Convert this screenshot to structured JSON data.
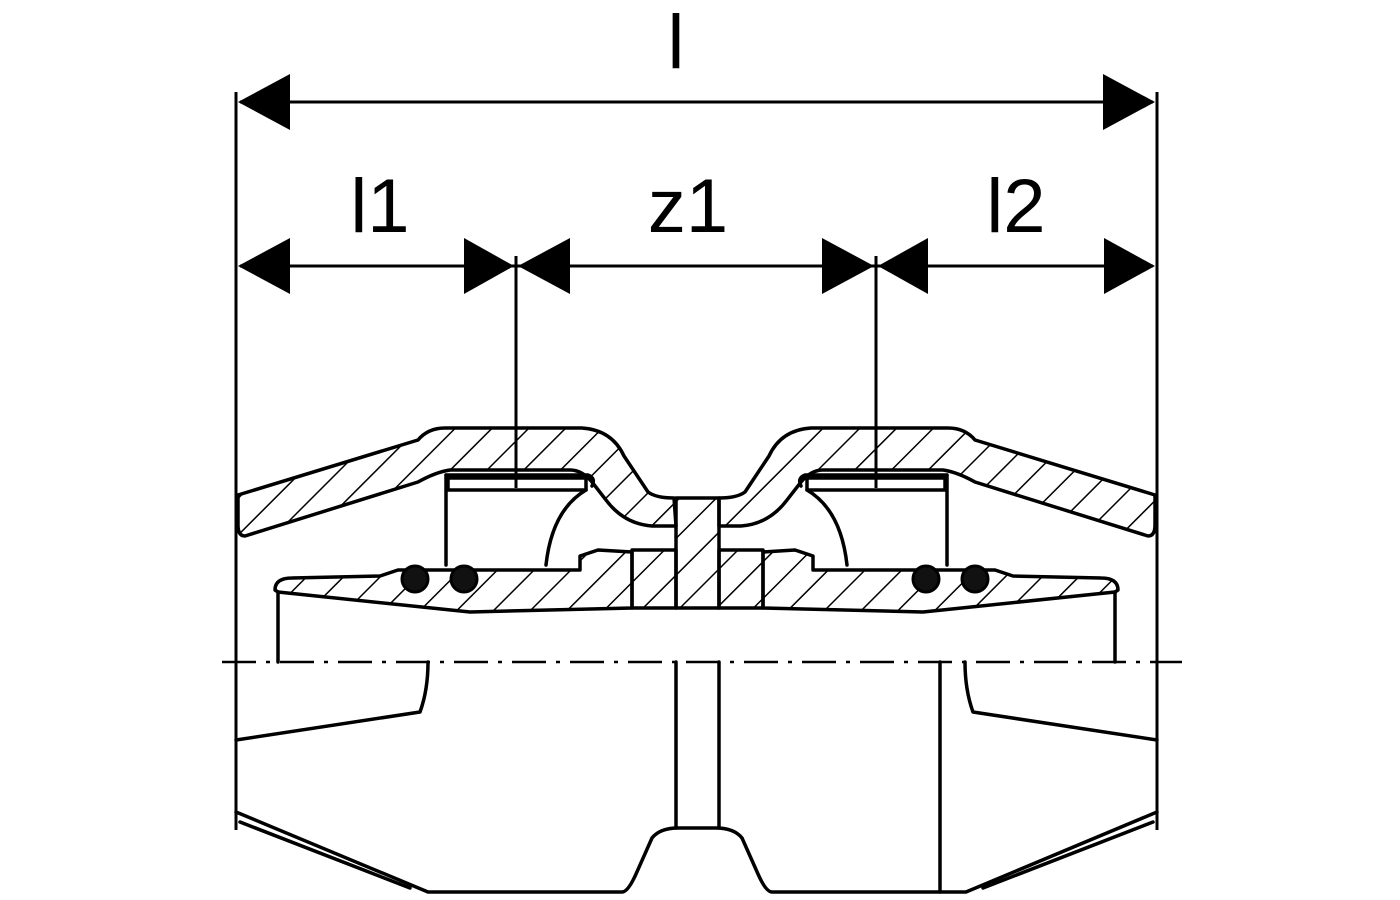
{
  "diagram": {
    "dimensions": {
      "overall": "l",
      "left": "l1",
      "middle": "z1",
      "right": "l2"
    },
    "colors": {
      "line": "#000000",
      "background": "#ffffff",
      "seal": "#111111"
    }
  }
}
